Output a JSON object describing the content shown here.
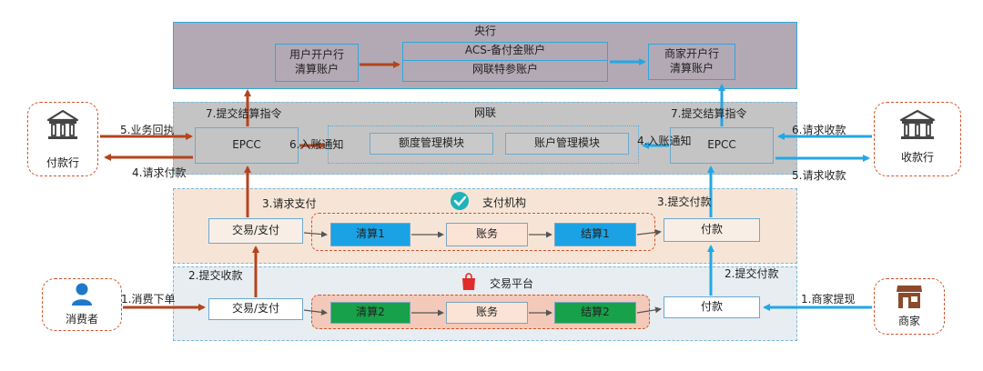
{
  "central_bank": {
    "title": "央行",
    "user_bank_account": "用户开户行\n清算账户",
    "acs_account": "ACS-备付金账户",
    "netunion_account": "网联特参账户",
    "merchant_bank_account": "商家开户行\n清算账户"
  },
  "netunion": {
    "title": "网联",
    "epcc_left": "EPCC",
    "epcc_right": "EPCC",
    "quota_module": "额度管理模块",
    "account_module": "账户管理模块"
  },
  "payment_institution": {
    "title": "支付机构",
    "trade_pay": "交易/支付",
    "clearing1": "清算1",
    "accounting": "账务",
    "settlement1": "结算1",
    "payout": "付款"
  },
  "trading_platform": {
    "title": "交易平台",
    "trade_pay": "交易/支付",
    "clearing2": "清算2",
    "accounting": "账务",
    "settlement2": "结算2",
    "payout": "付款"
  },
  "parties": {
    "payer_bank": "付款行",
    "payee_bank": "收款行",
    "consumer": "消费者",
    "merchant": "商家"
  },
  "flow_labels": {
    "submit_settlement_left": "7.提交结算指令",
    "submit_settlement_right": "7.提交结算指令",
    "business_receipt": "5.业务回执",
    "request_payment_4": "4.请求付款",
    "credit_notice_left": "6.入账通知",
    "credit_notice_right": "4.入账通知",
    "request_collection_6": "6.请求收款",
    "request_collection_5": "5.请求收款",
    "request_pay_3": "3.请求支付",
    "submit_payout_3": "3.提交付款",
    "submit_collection_2": "2.提交收款",
    "submit_payout_2": "2.提交付款",
    "consumer_order": "1.消费下单",
    "merchant_withdraw": "1.商家提现"
  },
  "colors": {
    "red_arrow": "#b5441d",
    "blue_arrow": "#22a7e6",
    "clearing1": "#1ba2e4",
    "settlement1": "#1ba2e4",
    "clearing2": "#17a14a",
    "settlement2": "#17a14a"
  },
  "icons": {
    "bank": "bank-building-icon",
    "consumer": "person-icon",
    "merchant": "storefront-icon",
    "payment_institution": "checkmark-badge-icon",
    "trading_platform": "shopping-bag-icon"
  }
}
